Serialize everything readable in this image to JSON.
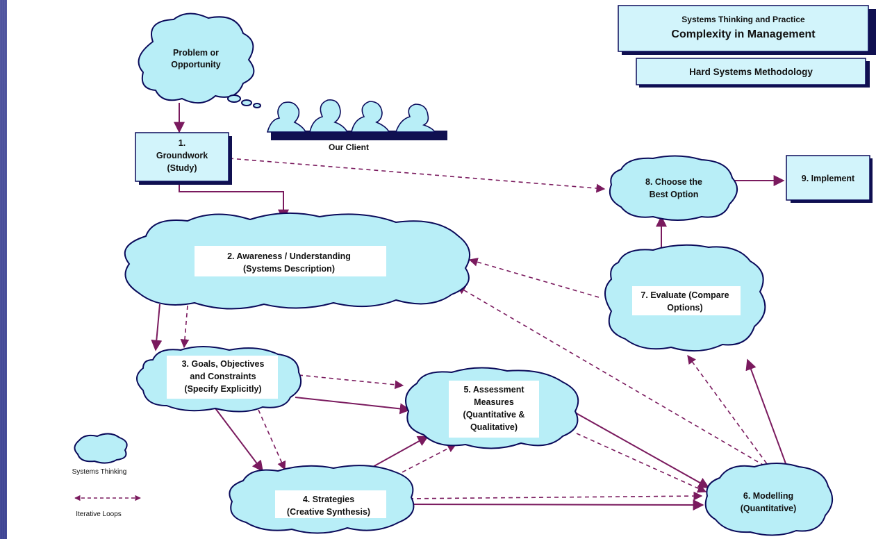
{
  "title_box": {
    "line1": "Systems Thinking and Practice",
    "line2": "Complexity in Management"
  },
  "method_box": {
    "label": "Hard Systems Methodology"
  },
  "nodes": {
    "problem": [
      "Problem or",
      "Opportunity"
    ],
    "groundwork": [
      "1.",
      "Groundwork",
      "(Study)"
    ],
    "client": "Our Client",
    "awareness": [
      "2.  Awareness / Understanding",
      "(Systems Description)"
    ],
    "goals": [
      "3.  Goals, Objectives",
      "and Constraints",
      "(Specify Explicitly)"
    ],
    "strategies": [
      "4.  Strategies",
      "(Creative Synthesis)"
    ],
    "assessment": [
      "5.  Assessment",
      "Measures",
      "(Quantitative &",
      "Qualitative)"
    ],
    "modelling": [
      "6.  Modelling",
      "(Quantitative)"
    ],
    "evaluate": [
      "7.  Evaluate (Compare",
      "Options)"
    ],
    "choose": [
      "8.  Choose the",
      "Best Option"
    ],
    "implement": "9.  Implement"
  },
  "legend": {
    "systems_thinking": "Systems Thinking",
    "iterative_loops": "Iterative Loops"
  },
  "colors": {
    "cloud_fill": "#b8eef7",
    "outline": "#0a0a5a",
    "arrow": "#7a1a5e",
    "slide_background": "#4a4f9e"
  }
}
